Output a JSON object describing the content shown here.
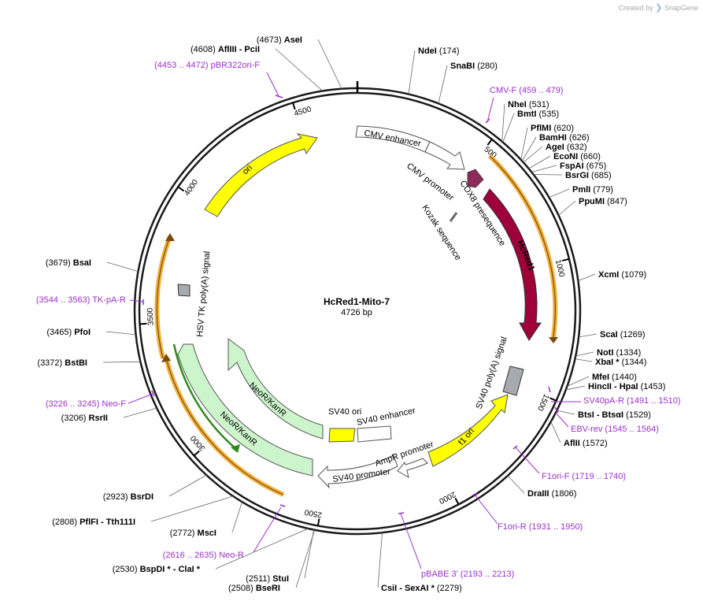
{
  "credit": {
    "prefix": "Created by",
    "brand": "SnapGene"
  },
  "plasmid": {
    "name": "HcRed1-Mito-7",
    "length": "4726 bp"
  },
  "ticks": [
    "500",
    "1000",
    "1500",
    "2000",
    "2500",
    "3000",
    "3500",
    "4000",
    "4500"
  ],
  "sites": [
    {
      "name": "AseI",
      "pos": "(4673)"
    },
    {
      "name": "AflIII",
      "sep": "- PciI",
      "pos": "(4608)"
    },
    {
      "name": "NdeI",
      "pos": "(174)"
    },
    {
      "name": "SnaBI",
      "pos": "(280)"
    },
    {
      "name": "NheI",
      "pos": "(531)"
    },
    {
      "name": "BmtI",
      "pos": "(535)"
    },
    {
      "name": "PflMI",
      "pos": "(620)"
    },
    {
      "name": "BamHI",
      "pos": "(626)"
    },
    {
      "name": "AgeI",
      "pos": "(632)"
    },
    {
      "name": "EcoNI",
      "pos": "(660)"
    },
    {
      "name": "FspAI",
      "pos": "(675)"
    },
    {
      "name": "BsrGI",
      "pos": "(685)"
    },
    {
      "name": "PmlI",
      "pos": "(779)"
    },
    {
      "name": "PpuMI",
      "pos": "(847)"
    },
    {
      "name": "XcmI",
      "pos": "(1079)"
    },
    {
      "name": "ScaI",
      "pos": "(1269)"
    },
    {
      "name": "NotI",
      "pos": "(1334)"
    },
    {
      "name": "XbaI",
      "sep": "*",
      "pos": "(1344)"
    },
    {
      "name": "MfeI",
      "pos": "(1440)"
    },
    {
      "name": "HincII",
      "sep": "- HpaI",
      "pos": "(1453)"
    },
    {
      "name": "BtsI",
      "sep": "- BtsαI",
      "pos": "(1529)"
    },
    {
      "name": "AflII",
      "pos": "(1572)"
    },
    {
      "name": "DraIII",
      "pos": "(1806)"
    },
    {
      "name": "CsiI",
      "sep": "- SexAI *",
      "pos": "(2279)"
    },
    {
      "name": "BseRI",
      "pos": "(2508)"
    },
    {
      "name": "StuI",
      "pos": "(2511)"
    },
    {
      "name": "BspDI *",
      "sep": "- ClaI *",
      "pos": "(2530)"
    },
    {
      "name": "MscI",
      "pos": "(2772)"
    },
    {
      "name": "PflFI",
      "sep": "- Tth111I",
      "pos": "(2808)"
    },
    {
      "name": "BsrDI",
      "pos": "(2923)"
    },
    {
      "name": "RsrII",
      "pos": "(3206)"
    },
    {
      "name": "BstBI",
      "pos": "(3372)"
    },
    {
      "name": "PfoI",
      "pos": "(3465)"
    },
    {
      "name": "BsaI",
      "pos": "(3679)"
    }
  ],
  "primers": [
    {
      "name": "pBR322ori-F",
      "range": "(4453 .. 4472)"
    },
    {
      "name": "CMV-F",
      "range": "(459 .. 479)"
    },
    {
      "name": "SV40pA-R",
      "range": "(1491 .. 1510)"
    },
    {
      "name": "EBV-rev",
      "range": "(1545 .. 1564)"
    },
    {
      "name": "F1ori-F",
      "range": "(1719 .. 1740)"
    },
    {
      "name": "F1ori-R",
      "range": "(1931 .. 1950)"
    },
    {
      "name": "pBABE 3'",
      "range": "(2193 .. 2213)"
    },
    {
      "name": "Neo-R",
      "range": "(2616 .. 2635)"
    },
    {
      "name": "Neo-F",
      "range": "(3226 .. 3245)"
    },
    {
      "name": "TK-pA-R",
      "range": "(3544 .. 3563)"
    }
  ],
  "features": {
    "cmv_enhancer": "CMV enhancer",
    "cmv_promoter": "CMV promoter",
    "cox8": "COX8 presequence",
    "kozak": "Kozak sequence",
    "hcred1": "HcRed1",
    "sv40_polya": "SV40 poly(A) signal",
    "f1_ori": "f1 ori",
    "ampr_promoter": "AmpR promoter",
    "sv40_promoter": "SV40 promoter",
    "sv40_ori": "SV40 ori",
    "sv40_enhancer": "SV40 enhancer",
    "neor_inner": "NeoR/KanR",
    "neor_outer": "NeoR/KanR",
    "hsv_tk": "HSV TK poly(A) signal",
    "ori": "ori"
  },
  "colors": {
    "backbone": "#1a1a1a",
    "primer": "#9b30c8",
    "hcred1": "#a0003a",
    "cox8": "#8e2a5a",
    "ori": "#ffff00",
    "neor": "#ccf5cc",
    "orf_orange": "#f4b13a",
    "orf_green": "#2f8a1a",
    "polya": "#a7aaae",
    "white_feature": "#ffffff"
  }
}
